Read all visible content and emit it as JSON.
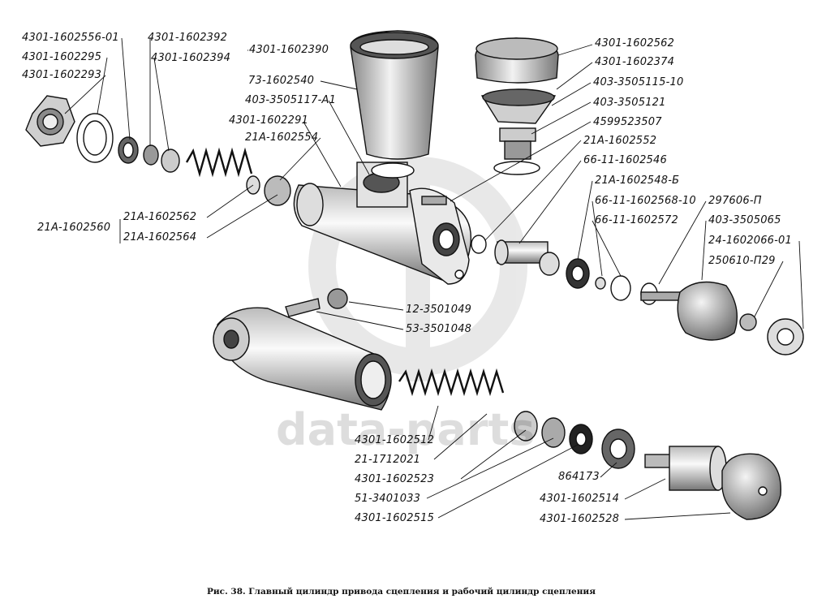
{
  "labels": {
    "l01": "4301-1602556-01",
    "l02": "4301-1602295",
    "l03": "4301-1602293",
    "l04": "4301-1602392",
    "l05": "4301-1602394",
    "l06": "4301-1602390",
    "l07": "73-1602540",
    "l08": "403-3505117-А1",
    "l09": "4301-1602291",
    "l10": "21А-1602554",
    "l11": "4301-1602562",
    "l12": "4301-1602374",
    "l13": "403-3505115-10",
    "l14": "403-3505121",
    "l15": "4599523507",
    "l16": "21А-1602552",
    "l17": "66-11-1602546",
    "l18": "21А-1602548-Б",
    "l19": "66-11-1602568-10",
    "l20": "66-11-1602572",
    "l21": "297606-П",
    "l22": "403-3505065",
    "l23": "24-1602066-01",
    "l24": "250610-П29",
    "l25": "21А-1602560",
    "l26": "21А-1602562",
    "l27": "21А-1602564",
    "l28": "12-3501049",
    "l29": "53-3501048",
    "l30": "4301-1602512",
    "l31": "21-1712021",
    "l32": "4301-1602523",
    "l33": "51-3401033",
    "l34": "4301-1602515",
    "l35": "864173",
    "l36": "4301-1602514",
    "l37": "4301-1602528"
  },
  "caption": "Рис. 38. Главный цилиндр привода сцепления и рабочий цилиндр сцепления",
  "watermark": {
    "logo": "gp-logo",
    "text": "data-parts"
  },
  "colors": {
    "ink": "#111111",
    "watermark": "#c8c8c8"
  }
}
